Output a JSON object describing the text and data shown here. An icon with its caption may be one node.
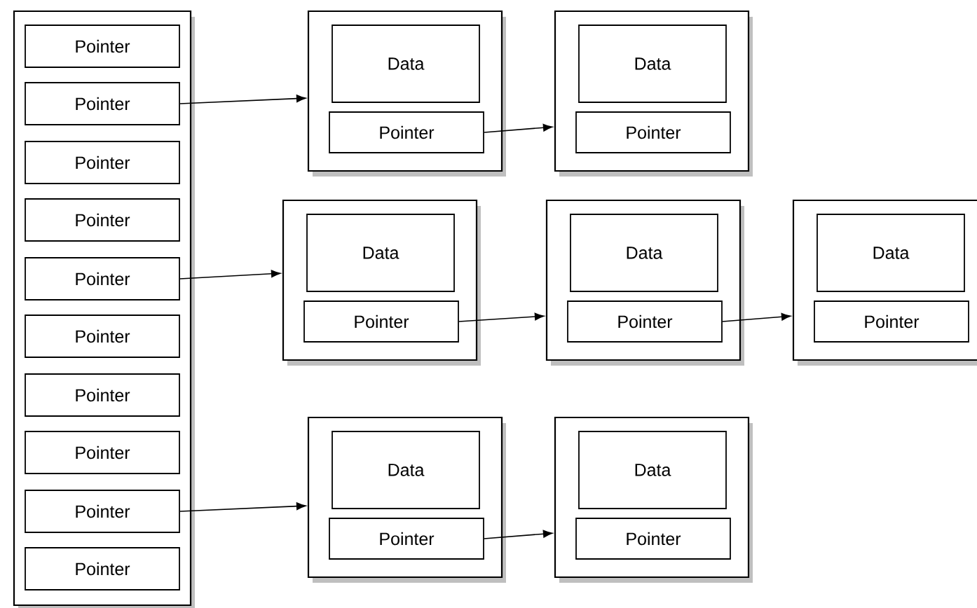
{
  "diagram": {
    "nodes": [
      {
        "text": [],
        "shape": "box"
      },
      {
        "text": [
          "Pointer"
        ],
        "in": 0
      },
      {
        "text": [
          "Pointer"
        ],
        "in": 0
      },
      {
        "text": [
          "Pointer"
        ],
        "in": 0
      },
      {
        "text": [
          "Pointer"
        ],
        "in": 0
      },
      {
        "text": [
          "Pointer"
        ],
        "in": 0
      },
      {
        "text": [
          "Pointer"
        ],
        "in": 0
      },
      {
        "text": [
          "Pointer"
        ],
        "in": 0
      },
      {
        "text": [
          "Pointer"
        ],
        "in": 0
      },
      {
        "text": [
          "Pointer"
        ],
        "in": 0
      },
      {
        "text": [
          "Pointer"
        ],
        "in": 0
      },
      {
        "text": [],
        "shape": "box"
      },
      {
        "text": [
          "Data"
        ],
        "in": 11
      },
      {
        "text": [
          "Pointer"
        ],
        "in": 11
      },
      {
        "text": [],
        "shape": "box"
      },
      {
        "text": [
          "Data"
        ],
        "in": 14
      },
      {
        "text": [
          "Pointer"
        ],
        "in": 14
      },
      {
        "text": [],
        "shape": "box"
      },
      {
        "text": [
          "Data"
        ],
        "in": 17
      },
      {
        "text": [
          "Pointer"
        ],
        "in": 17
      },
      {
        "text": [],
        "shape": "box"
      },
      {
        "text": [
          "Data"
        ],
        "in": 20
      },
      {
        "text": [
          "Pointer"
        ],
        "in": 20
      },
      {
        "text": [],
        "shape": "box"
      },
      {
        "text": [
          "Data"
        ],
        "in": 23
      },
      {
        "text": [
          "Pointer"
        ],
        "in": 23
      },
      {
        "text": [],
        "shape": "box"
      },
      {
        "text": [
          "Data"
        ],
        "in": 26
      },
      {
        "text": [
          "Pointer"
        ],
        "in": 26
      },
      {
        "text": [],
        "shape": "box"
      },
      {
        "text": [
          "Data"
        ],
        "in": 29
      },
      {
        "text": [
          "Pointer"
        ],
        "in": 29
      }
    ],
    "edges": [
      {
        "from": 2,
        "to": 11,
        "arrow": "to"
      },
      {
        "from": 5,
        "to": 17,
        "arrow": "to"
      },
      {
        "from": 9,
        "to": 26,
        "arrow": "to"
      },
      {
        "from": 13,
        "to": 14,
        "arrow": "to"
      },
      {
        "from": 19,
        "to": 20,
        "arrow": "to"
      },
      {
        "from": 22,
        "to": 23,
        "arrow": "to"
      },
      {
        "from": 28,
        "to": 29,
        "arrow": "to"
      }
    ]
  }
}
